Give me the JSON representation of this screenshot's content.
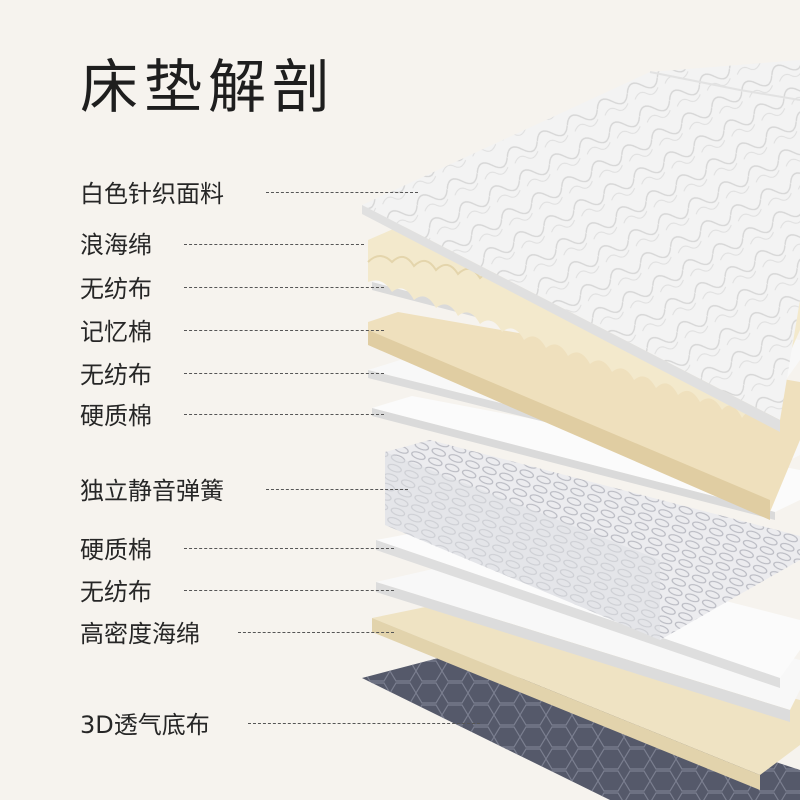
{
  "title": "床垫解剖",
  "layers": [
    {
      "label": "白色针织面料"
    },
    {
      "label": "浪海绵"
    },
    {
      "label": "无纺布"
    },
    {
      "label": "记忆棉"
    },
    {
      "label": "无纺布"
    },
    {
      "label": "硬质棉"
    },
    {
      "label": "独立静音弹簧"
    },
    {
      "label": "硬质棉"
    },
    {
      "label": "无纺布"
    },
    {
      "label": "高密度海绵"
    },
    {
      "label": "3D透气底布"
    }
  ],
  "colors": {
    "background": "#f6f3ee",
    "knit_fabric": "#f2f2f2",
    "foam": "#f1e7c9",
    "nonwoven": "#f7f7f7",
    "memory_foam": "#efe0bd",
    "springs": "#e9e9ec",
    "base_fabric": "#55596a"
  }
}
